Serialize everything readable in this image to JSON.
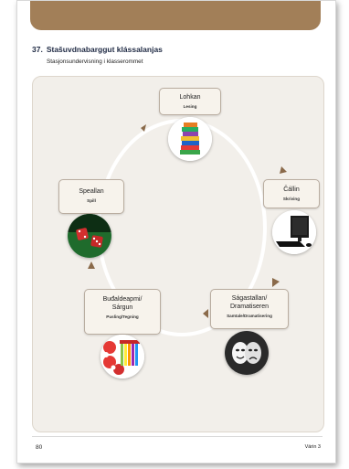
{
  "heading": {
    "number": "37.",
    "title": "Stašuvdnabarggut klássalanjas",
    "subtitle": "Stasjonsundervisning i klasserommet"
  },
  "stations": [
    {
      "main": "Lohkan",
      "sub": "Lesing",
      "icon": "books-icon"
    },
    {
      "main": "Čállin",
      "sub": "Skriving",
      "icon": "computer-icon"
    },
    {
      "main": "Ságastallan/ Dramatiseren",
      "sub": "Samtale/Dramatisering",
      "icon": "theater-masks-icon"
    },
    {
      "main": "Buđaldeapmi/ Sárgun",
      "sub": "Pusling/Tegning",
      "icon": "puzzle-pencils-icon"
    },
    {
      "main": "Speallan",
      "sub": "Spill",
      "icon": "dice-icon"
    }
  ],
  "footer": {
    "page_number": "80",
    "book_label": "Várin 3"
  },
  "colors": {
    "header_band": "#a27f58",
    "arrow": "#8a6a4a",
    "panel": "#f2efea"
  }
}
